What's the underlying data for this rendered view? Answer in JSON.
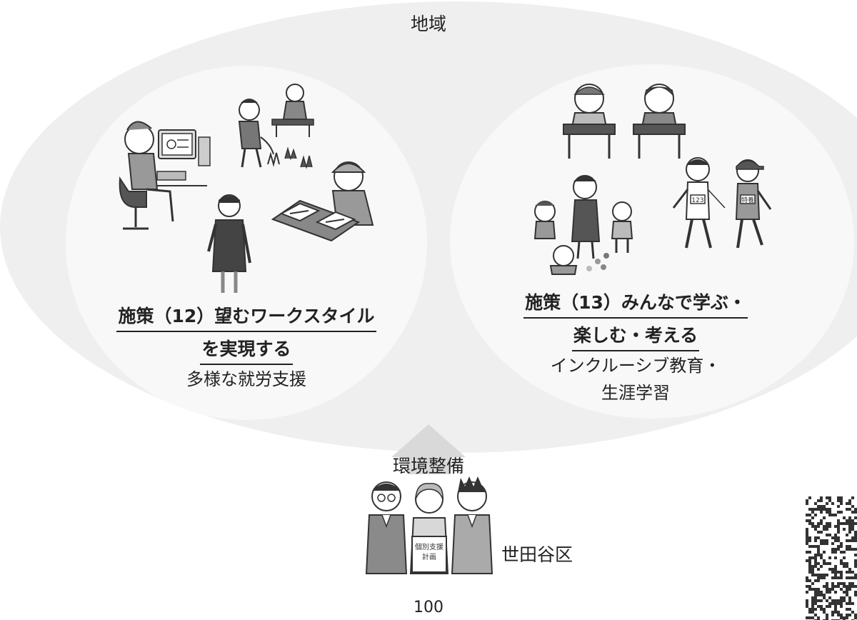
{
  "region": {
    "label": "地域"
  },
  "left_measure": {
    "title_line1": "施策（12）望むワークスタイル",
    "title_line2": "を実現する",
    "subtitle": "多様な就労支援"
  },
  "right_measure": {
    "title_line1": "施策（13）みんなで学ぶ・",
    "title_line2": "楽しむ・考える",
    "subtitle_line1": "インクルーシブ教育・",
    "subtitle_line2": "生涯学習"
  },
  "arrow": {
    "label": "環境整備"
  },
  "ward": {
    "label": "世田谷区",
    "document_label_line1": "個別支援",
    "document_label_line2": "計画"
  },
  "badges": {
    "runner1": "123",
    "runner2": "特養"
  },
  "page": {
    "number": "100"
  },
  "colors": {
    "outer_ellipse": "#efefef",
    "inner_circle": "#f8f8f8",
    "arrow": "#d9d9d9",
    "text": "#222222",
    "figure_gray": "#9a9a9a",
    "figure_dark": "#555555"
  },
  "icons": [
    "office-worker-icon",
    "gardening-icon",
    "apron-worker-icon",
    "packing-worker-icon",
    "students-desk-icon",
    "children-play-icon",
    "runners-icon",
    "staff-trio-icon",
    "qr-code-icon"
  ]
}
